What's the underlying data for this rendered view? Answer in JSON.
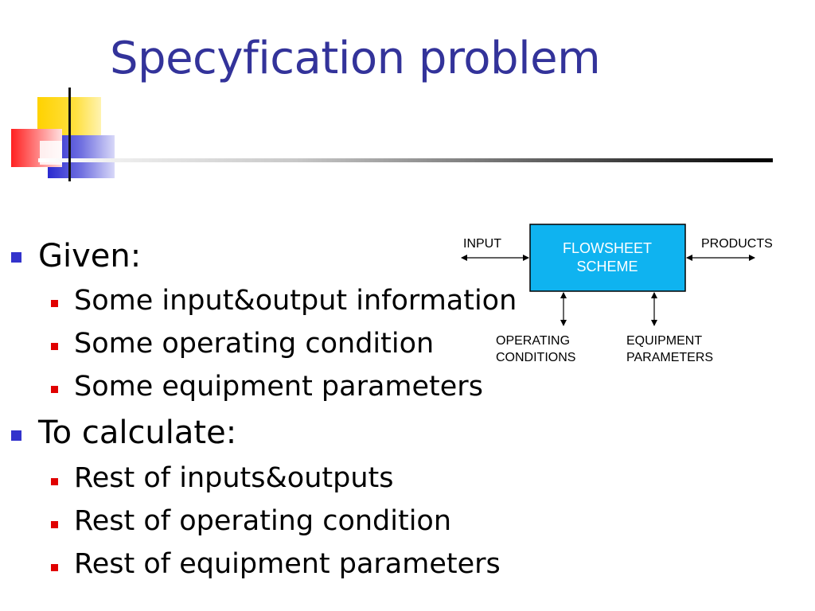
{
  "slide": {
    "title": "Specyfication problem",
    "colors": {
      "title": "#33339a",
      "bullet_l1": "#3333cc",
      "bullet_l2": "#e00000",
      "box": "#0fb3f0"
    },
    "bullets": [
      {
        "text": "Given:",
        "children": [
          {
            "text": "Some input&output information"
          },
          {
            "text": "Some operating condition"
          },
          {
            "text": "Some equipment parameters"
          }
        ]
      },
      {
        "text": "To calculate:",
        "children": [
          {
            "text": "Rest of inputs&outputs"
          },
          {
            "text": "Rest of operating condition"
          },
          {
            "text": "Rest of equipment parameters"
          }
        ]
      }
    ]
  },
  "diagram": {
    "box_line1": "FLOWSHEET",
    "box_line2": "SCHEME",
    "input_label": "INPUT",
    "products_label": "PRODUCTS",
    "operating_line1": "OPERATING",
    "operating_line2": "CONDITIONS",
    "equipment_line1": "EQUIPMENT",
    "equipment_line2": "PARAMETERS"
  }
}
